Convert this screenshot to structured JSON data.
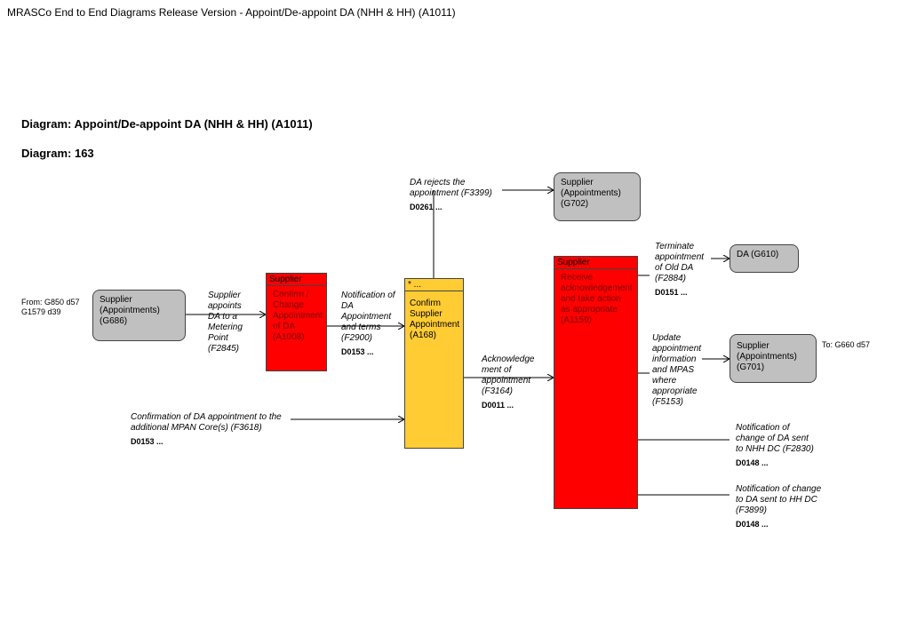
{
  "page_title": "MRASCo End to End Diagrams Release Version - Appoint/De-appoint DA (NHH & HH) (A1011)",
  "diagram_title": "Diagram: Appoint/De-appoint DA (NHH & HH) (A1011)",
  "diagram_number": "Diagram: 163",
  "colors": {
    "grey_box": "#c0c0c0",
    "red_box": "#ff0000",
    "yellow_box": "#ffcc33"
  },
  "nodes": {
    "g686": {
      "label": "Supplier (Appointments) (G686)",
      "note": "From: G850 d57 G1579 d39"
    },
    "a1008": {
      "header": "Supplier",
      "label": "Confirm / Change Appointment of DA (A1008)"
    },
    "a168": {
      "header": "* ...",
      "label": "Confirm Supplier Appointment (A168)"
    },
    "g702": {
      "label": "Supplier (Appointments) (G702)"
    },
    "a1159": {
      "header": "Supplier",
      "label": "Receive acknowledgement and take action as appropriate (A1159)"
    },
    "g610": {
      "label": "DA (G610)"
    },
    "g701": {
      "label": "Supplier (Appointments) (G701)",
      "note": "To: G660 d57"
    }
  },
  "flows": {
    "f2845": {
      "label": "Supplier appoints DA to a Metering Point (F2845)"
    },
    "f2900": {
      "label": "Notification of DA Appointment and terms (F2900)",
      "code": "D0153 ..."
    },
    "f3618": {
      "label": "Confirmation of DA appointment to the additional MPAN Core(s) (F3618)",
      "code": "D0153 ..."
    },
    "f3399": {
      "label": "DA rejects the appointment (F3399)",
      "code": "D0261 ..."
    },
    "f3164": {
      "label": "Acknowledge ment of appointment (F3164)",
      "code": "D0011 ..."
    },
    "f2884": {
      "label": "Terminate appointment of Old DA (F2884)",
      "code": "D0151 ..."
    },
    "f5153": {
      "label": "Update appointment information and MPAS where appropriate (F5153)"
    },
    "f2830": {
      "label": "Notification of change of DA sent to NHH DC (F2830)",
      "code": "D0148 ..."
    },
    "f3899": {
      "label": "Notification of change to DA sent to HH DC (F3899)",
      "code": "D0148 ..."
    }
  }
}
